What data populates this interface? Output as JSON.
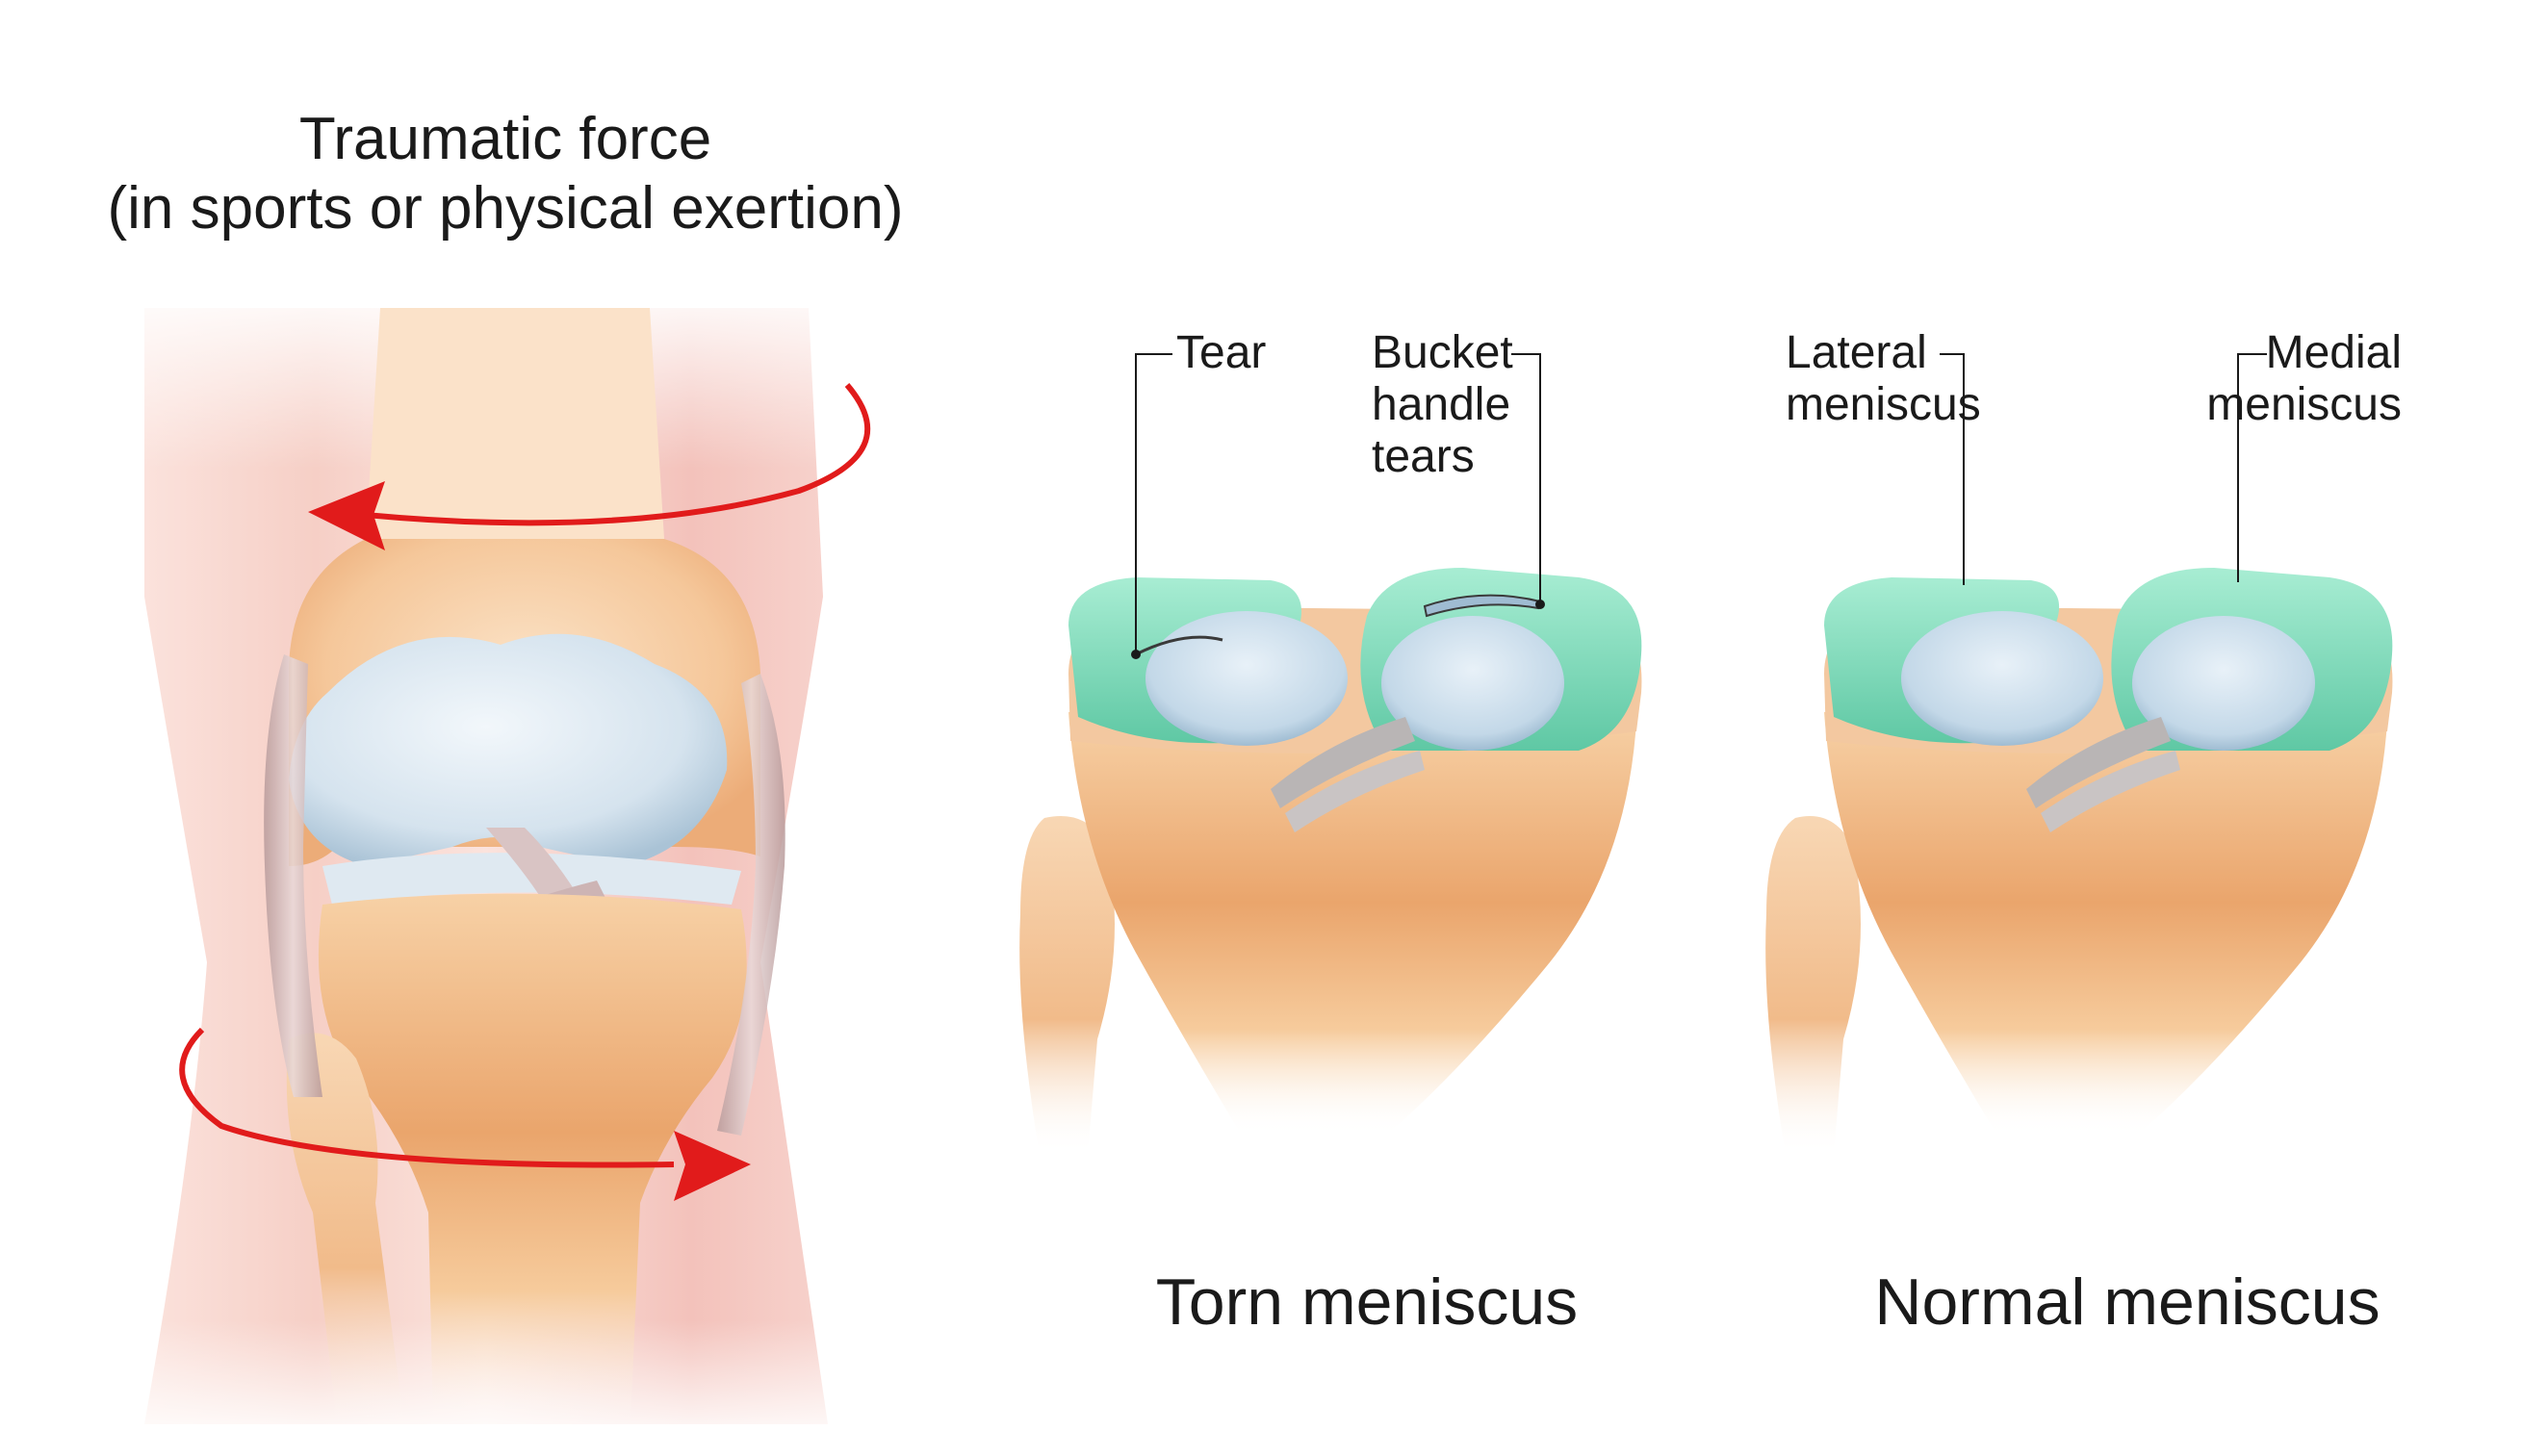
{
  "title_line1": "Traumatic force",
  "title_line2": "(in sports or physical exertion)",
  "torn": {
    "caption": "Torn meniscus",
    "label_tear": "Tear",
    "label_bucket_1": "Bucket",
    "label_bucket_2": "handle",
    "label_bucket_3": "tears"
  },
  "normal": {
    "caption": "Normal meniscus",
    "label_lateral_1": "Lateral",
    "label_lateral_2": "meniscus",
    "label_medial_1": "Medial",
    "label_medial_2": "meniscus"
  },
  "colors": {
    "meniscus": "#8fe3c6",
    "meniscus_dark": "#4fb997",
    "cartilage": "#c9dcea",
    "bone": "#f5c79a",
    "bone_dark": "#e79a62",
    "skin": "#f7d2cc",
    "arrow": "#e11b1b",
    "ligament": "#cfb6b6"
  }
}
